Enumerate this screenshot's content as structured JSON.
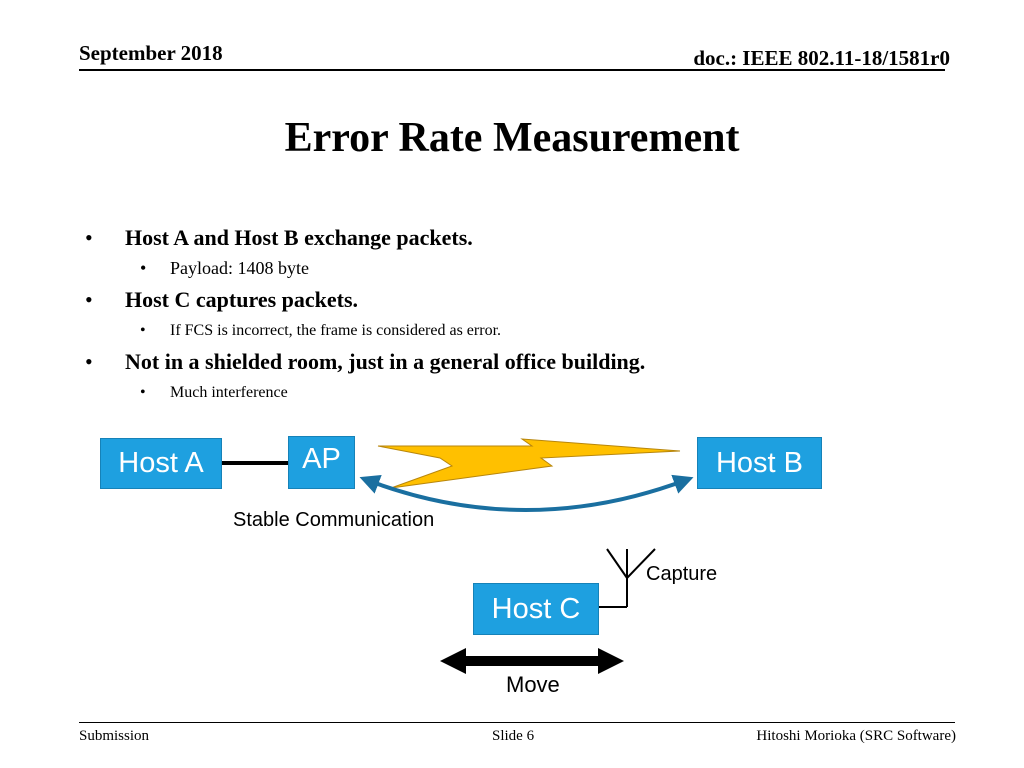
{
  "header": {
    "date": "September 2018",
    "doc": "doc.: IEEE 802.11-18/1581r0"
  },
  "slide": {
    "title": "Error Rate Measurement",
    "bullets": [
      {
        "text": "Host A and Host B exchange packets.",
        "sub": "Payload: 1408 byte"
      },
      {
        "text": "Host C captures packets.",
        "sub": "If FCS is incorrect, the frame is considered as error."
      },
      {
        "text": "Not in a shielded room, just in a general office building.",
        "sub": "Much interference"
      }
    ]
  },
  "diagram": {
    "host_a": "Host A",
    "ap": "AP",
    "host_b": "Host B",
    "host_c": "Host C",
    "stable_label": "Stable Communication",
    "capture_label": "Capture",
    "move_label": "Move",
    "colors": {
      "box_fill": "#1ea0e0",
      "lightning_fill": "#ffc000",
      "arc_stroke": "#1a6fa0",
      "move_arrow": "#000000"
    }
  },
  "footer": {
    "left": "Submission",
    "center": "Slide 6",
    "right": "Hitoshi Morioka (SRC Software)"
  }
}
